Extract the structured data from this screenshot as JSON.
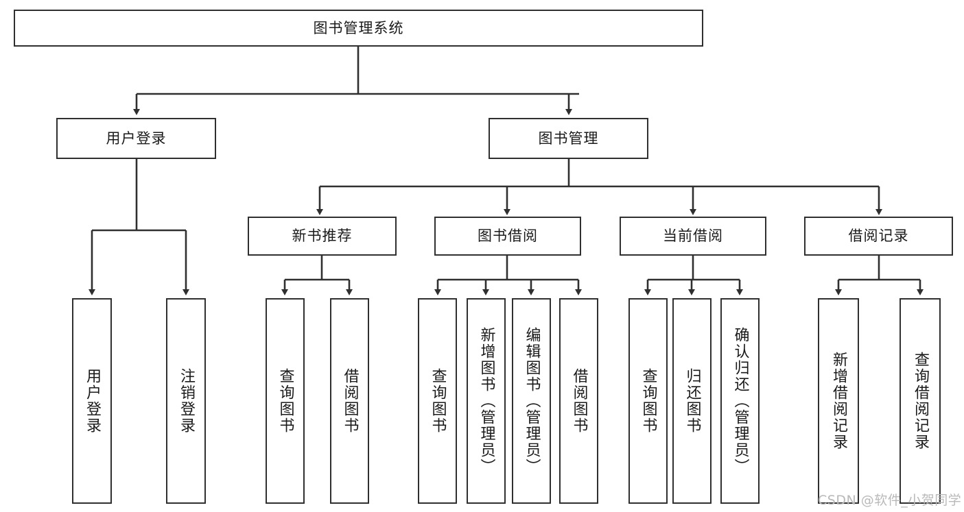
{
  "diagram": {
    "title": "图书管理系统",
    "type": "tree-hierarchy",
    "root": {
      "label": "图书管理系统"
    },
    "level2": [
      {
        "id": "user-login",
        "label": "用户登录"
      },
      {
        "id": "book-manage",
        "label": "图书管理"
      }
    ],
    "level3": [
      {
        "id": "new-book-recommend",
        "label": "新书推荐",
        "parent": "book-manage"
      },
      {
        "id": "book-borrow",
        "label": "图书借阅",
        "parent": "book-manage"
      },
      {
        "id": "current-borrow",
        "label": "当前借阅",
        "parent": "book-manage"
      },
      {
        "id": "borrow-record",
        "label": "借阅记录",
        "parent": "book-manage"
      }
    ],
    "leaves": [
      {
        "id": "leaf-user-login",
        "label": "用户登录",
        "parent": "user-login"
      },
      {
        "id": "leaf-logout",
        "label": "注销登录",
        "parent": "user-login"
      },
      {
        "id": "leaf-query-book-1",
        "label": "查询图书",
        "parent": "new-book-recommend"
      },
      {
        "id": "leaf-borrow-book-1",
        "label": "借阅图书",
        "parent": "new-book-recommend"
      },
      {
        "id": "leaf-query-book-2",
        "label": "查询图书",
        "parent": "book-borrow"
      },
      {
        "id": "leaf-add-book",
        "label": "新增图书（管理员）",
        "parent": "book-borrow"
      },
      {
        "id": "leaf-edit-book",
        "label": "编辑图书（管理员）",
        "parent": "book-borrow"
      },
      {
        "id": "leaf-borrow-book-2",
        "label": "借阅图书",
        "parent": "book-borrow"
      },
      {
        "id": "leaf-query-book-3",
        "label": "查询图书",
        "parent": "current-borrow"
      },
      {
        "id": "leaf-return-book",
        "label": "归还图书",
        "parent": "current-borrow"
      },
      {
        "id": "leaf-confirm-return",
        "label": "确认归还（管理员）",
        "parent": "current-borrow"
      },
      {
        "id": "leaf-add-record",
        "label": "新增借阅记录",
        "parent": "borrow-record"
      },
      {
        "id": "leaf-query-record",
        "label": "查询借阅记录",
        "parent": "borrow-record"
      }
    ],
    "watermark": "CSDN @软件_小贺同学",
    "colors": {
      "stroke": "#2f2f2f",
      "fill": "#ffffff",
      "text": "#1a1a1a",
      "watermark": "#b9b9b9"
    }
  }
}
